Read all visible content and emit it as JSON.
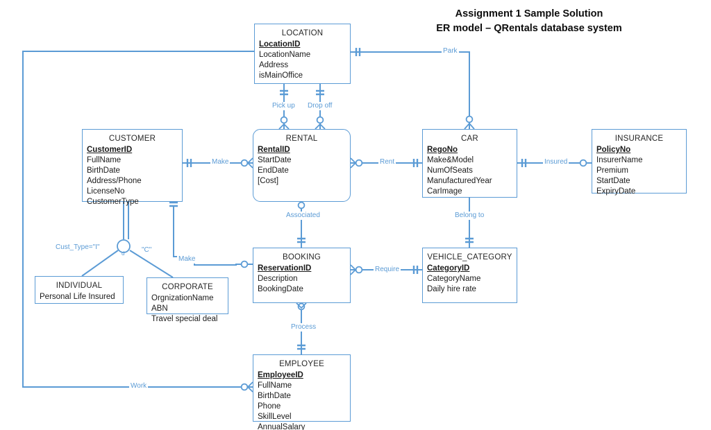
{
  "title": {
    "line1": "Assignment 1 Sample Solution",
    "line2": "ER model – QRentals database system"
  },
  "theme": {
    "line_color": "#5b9bd5",
    "entity_border": "#5b9bd5",
    "entity_fill": "#ffffff",
    "label_color": "#5b9bd5",
    "title_color": "#0d0d0d"
  },
  "diagram": {
    "type": "er-diagram",
    "notation": "crow's foot",
    "entities": [
      {
        "id": "location",
        "name": "LOCATION",
        "shape": "rectangle",
        "attributes": [
          {
            "label": "LocationID",
            "key": true
          },
          {
            "label": "LocationName",
            "key": false
          },
          {
            "label": "Address",
            "key": false
          },
          {
            "label": "isMainOffice",
            "key": false
          }
        ]
      },
      {
        "id": "customer",
        "name": "CUSTOMER",
        "shape": "rectangle",
        "attributes": [
          {
            "label": "CustomerID",
            "key": true
          },
          {
            "label": "FullName",
            "key": false
          },
          {
            "label": "BirthDate",
            "key": false
          },
          {
            "label": "Address/Phone",
            "key": false
          },
          {
            "label": "LicenseNo",
            "key": false
          },
          {
            "label": "CustomerType",
            "key": false
          }
        ]
      },
      {
        "id": "rental",
        "name": "RENTAL",
        "shape": "rounded-rectangle",
        "attributes": [
          {
            "label": "RentalID",
            "key": true
          },
          {
            "label": "StartDate",
            "key": false
          },
          {
            "label": "EndDate",
            "key": false
          },
          {
            "label": "[Cost]",
            "key": false
          }
        ]
      },
      {
        "id": "car",
        "name": "CAR",
        "shape": "rectangle",
        "attributes": [
          {
            "label": "RegoNo",
            "key": true
          },
          {
            "label": "Make&Model",
            "key": false
          },
          {
            "label": "NumOfSeats",
            "key": false
          },
          {
            "label": "ManufacturedYear",
            "key": false
          },
          {
            "label": "CarImage",
            "key": false
          }
        ]
      },
      {
        "id": "insurance",
        "name": "INSURANCE",
        "shape": "rectangle",
        "attributes": [
          {
            "label": "PolicyNo",
            "key": true
          },
          {
            "label": "InsurerName",
            "key": false
          },
          {
            "label": "Premium",
            "key": false
          },
          {
            "label": "StartDate",
            "key": false
          },
          {
            "label": "ExpiryDate",
            "key": false
          }
        ]
      },
      {
        "id": "booking",
        "name": "BOOKING",
        "shape": "rectangle",
        "attributes": [
          {
            "label": "ReservationID",
            "key": true
          },
          {
            "label": "Description",
            "key": false
          },
          {
            "label": "BookingDate",
            "key": false
          }
        ]
      },
      {
        "id": "vehicle_category",
        "name": "VEHICLE_CATEGORY",
        "shape": "rectangle",
        "attributes": [
          {
            "label": "CategoryID",
            "key": true
          },
          {
            "label": "CategoryName",
            "key": false
          },
          {
            "label": "Daily hire rate",
            "key": false
          }
        ]
      },
      {
        "id": "employee",
        "name": "EMPLOYEE",
        "shape": "rectangle",
        "attributes": [
          {
            "label": "EmployeeID",
            "key": true
          },
          {
            "label": "FullName",
            "key": false
          },
          {
            "label": "BirthDate",
            "key": false
          },
          {
            "label": "Phone",
            "key": false
          },
          {
            "label": "SkillLevel",
            "key": false
          },
          {
            "label": "AnnualSalary",
            "key": false
          }
        ]
      },
      {
        "id": "individual",
        "name": "INDIVIDUAL",
        "shape": "rectangle",
        "attributes": [
          {
            "label": "Personal Life Insured",
            "key": false
          }
        ]
      },
      {
        "id": "corporate",
        "name": "CORPORATE",
        "shape": "rectangle",
        "attributes": [
          {
            "label": "OrgnizationName",
            "key": false
          },
          {
            "label": "ABN",
            "key": false
          },
          {
            "label": "Travel special deal",
            "key": false
          }
        ]
      }
    ],
    "relationships": [
      {
        "id": "park",
        "label": "Park",
        "from": "location",
        "to": "car"
      },
      {
        "id": "pickup",
        "label": "Pick up",
        "from": "location",
        "to": "rental"
      },
      {
        "id": "dropoff",
        "label": "Drop off",
        "from": "location",
        "to": "rental"
      },
      {
        "id": "make",
        "label": "Make",
        "from": "customer",
        "to": "rental"
      },
      {
        "id": "rent",
        "label": "Rent",
        "from": "rental",
        "to": "car"
      },
      {
        "id": "insured",
        "label": "Insured",
        "from": "car",
        "to": "insurance"
      },
      {
        "id": "associated",
        "label": "Associated",
        "from": "rental",
        "to": "booking"
      },
      {
        "id": "belongto",
        "label": "Belong to",
        "from": "car",
        "to": "vehicle_category"
      },
      {
        "id": "require",
        "label": "Require",
        "from": "booking",
        "to": "vehicle_category"
      },
      {
        "id": "process",
        "label": "Process",
        "from": "booking",
        "to": "employee"
      },
      {
        "id": "work",
        "label": "Work",
        "from": "location",
        "to": "employee"
      },
      {
        "id": "make2",
        "label": "Make",
        "from": "corporate",
        "to": "booking"
      }
    ],
    "specialization": {
      "parent": "customer",
      "disjoint_marker": "d",
      "discriminator_left": "Cust_Type=\"I\"",
      "discriminator_right": "\"C\"",
      "subtypes": [
        "individual",
        "corporate"
      ]
    }
  }
}
